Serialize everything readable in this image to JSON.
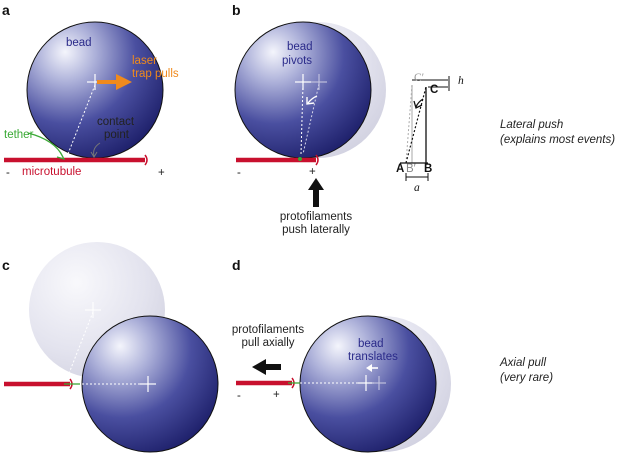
{
  "panels": {
    "a": {
      "letter": "a",
      "bead": "bead",
      "laser_line1": "laser",
      "laser_line2": "trap pulls",
      "tether": "tether",
      "contact_line1": "contact",
      "contact_line2": "point",
      "microtubule": "microtubule",
      "minus": "-",
      "plus": "+"
    },
    "b": {
      "letter": "b",
      "bead_line1": "bead",
      "bead_line2": "pivots",
      "minus": "-",
      "plus": "+",
      "push_line1": "protofilaments",
      "push_line2": "push laterally",
      "geom": {
        "C_prime": "C′",
        "C": "C",
        "A": "A",
        "B_prime": "B′",
        "B": "B",
        "h": "h",
        "a": "a"
      }
    },
    "c": {
      "letter": "c"
    },
    "d": {
      "letter": "d",
      "pull_line1": "protofilaments",
      "pull_line2": "pull axially",
      "bead_line1": "bead",
      "bead_line2": "translates",
      "minus": "-",
      "plus": "+"
    }
  },
  "side_labels": {
    "lateral_line1": "Lateral push",
    "lateral_line2": "(explains most events)",
    "axial_line1": "Axial pull",
    "axial_line2": "(very rare)"
  },
  "colors": {
    "microtubule": "#c8102e",
    "tether": "#3aa935",
    "laser": "#f08a1c",
    "bead_dark": "#1c1f6e",
    "bead_light": "#f2f3fb",
    "label_blue": "#2b2b8a"
  }
}
